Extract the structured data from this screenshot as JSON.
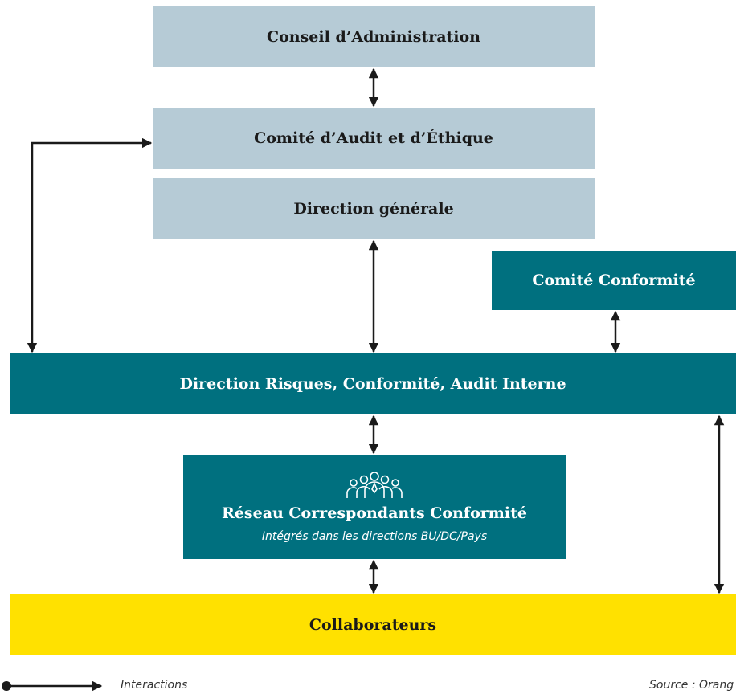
{
  "boxes": {
    "board": "Conseil d’Administration",
    "audit_committee": "Comité d’Audit et d’Éthique",
    "general_management": "Direction générale",
    "compliance_committee": "Comité Conformité",
    "risk_direction": "Direction Risques, Conformité, Audit Interne",
    "network": "Réseau Correspondants Conformité",
    "network_sub": "Intégrés dans les directions BU/DC/Pays",
    "employees": "Collaborateurs"
  },
  "legend": {
    "label": "Interactions"
  },
  "source": "Source : Orang",
  "colors": {
    "light_box": "#b6cbd6",
    "teal_box": "#00707f",
    "yellow_box": "#ffe100",
    "arrow": "#1a1a1a"
  },
  "icons": {
    "network": "team-group-icon",
    "legend": "connector-arrow-icon"
  }
}
